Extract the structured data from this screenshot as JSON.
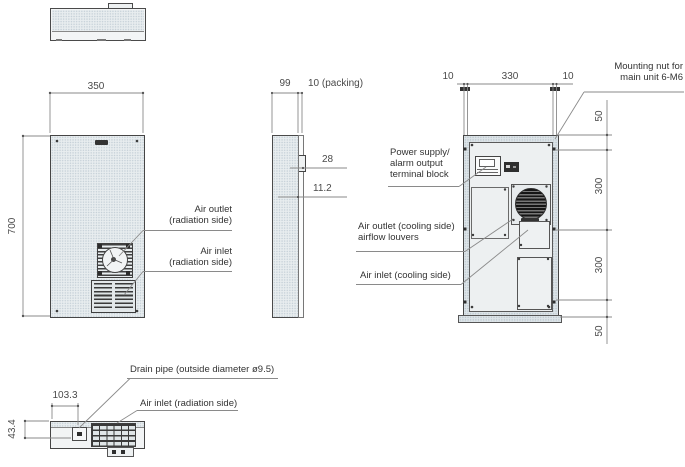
{
  "front_view": {
    "dim_width": "350",
    "dim_height": "700",
    "air_outlet_line1": "Air outlet",
    "air_outlet_line2": "(radiation side)",
    "air_inlet_line1": "Air inlet",
    "air_inlet_line2": "(radiation side)"
  },
  "side_view": {
    "dim_depth": "99",
    "dim_packing": "10 (packing)",
    "dim_terminal_protrusion": "28",
    "dim_louver_protrusion": "11.2"
  },
  "back_view": {
    "dim_edge_left": "10",
    "dim_span": "330",
    "dim_edge_right": "10",
    "dim_top_offset": "50",
    "dim_upper_span": "300",
    "dim_lower_span": "300",
    "dim_bottom_offset": "50",
    "mounting_nut_line1": "Mounting nut for",
    "mounting_nut_line2": "main unit 6-M6",
    "power_line1": "Power supply/",
    "power_line2": "alarm output",
    "power_line3": "terminal block",
    "air_outlet_line1": "Air outlet (cooling side)",
    "air_outlet_line2": "airflow louvers",
    "air_inlet": "Air inlet (cooling side)"
  },
  "bottom_view": {
    "dim_drain_x": "103.3",
    "dim_drain_y": "43.4",
    "drain_label": "Drain pipe (outside diameter ø9.5)",
    "air_inlet_label": "Air inlet (radiation side)"
  }
}
